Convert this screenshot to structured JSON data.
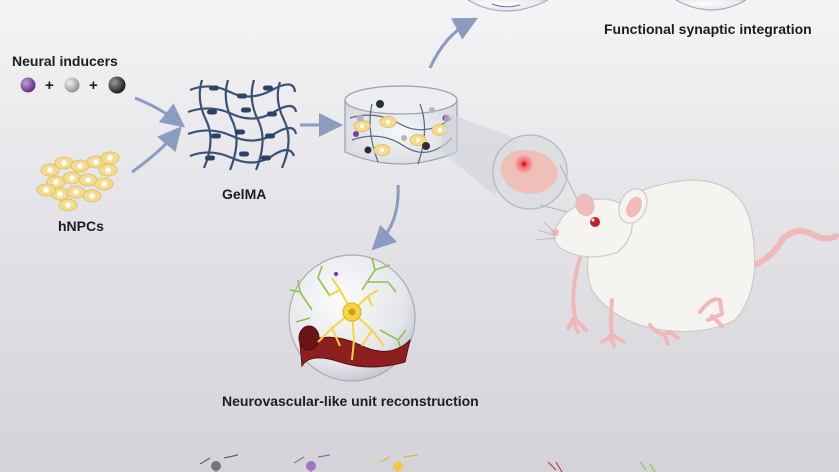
{
  "labels": {
    "neural_inducers": "Neural inducers",
    "plus": "+",
    "hnpcs": "hNPCs",
    "gelma": "GelMA",
    "functional": "Functional synaptic integration",
    "nvu": "Neurovascular-like unit reconstruction"
  },
  "colors": {
    "inducer_purple": "#7a3fa0",
    "inducer_grey": "#b5b5b8",
    "inducer_black": "#2e2e30",
    "fiber": "#3a5276",
    "arrow": "#8a9cc0",
    "cell_yellow": "#f3dc8c",
    "rat_body": "#f5f3f0",
    "rat_pink": "#f0b8b8",
    "vessel_red": "#8e1f1f",
    "neuron_yellow": "#f5d640",
    "glia_green": "#8cc44a"
  },
  "icons": [
    "purple-sphere-icon",
    "grey-sphere-icon",
    "black-sphere-icon",
    "hnpc-cluster-icon",
    "gelma-mesh-icon",
    "hydrogel-cylinder-icon",
    "brain-inset-icon",
    "rat-icon",
    "nvu-sphere-icon",
    "arrow-icon"
  ]
}
